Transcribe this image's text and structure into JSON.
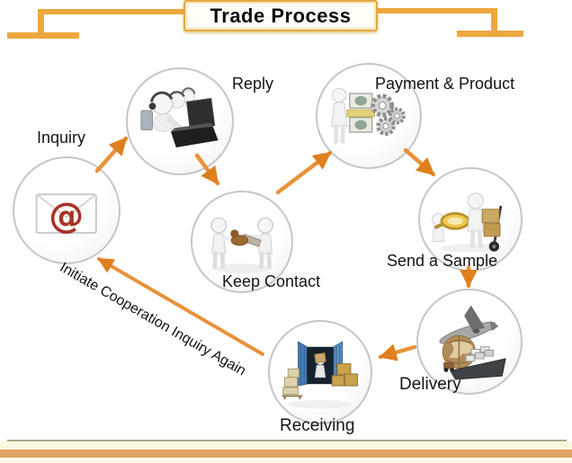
{
  "header": {
    "title": "Trade Process"
  },
  "nodes": {
    "inquiry": {
      "label": "Inquiry"
    },
    "reply": {
      "label": "Reply"
    },
    "keep_contact": {
      "label": "Keep Contact"
    },
    "payment_product": {
      "label": "Payment & Product"
    },
    "send_sample": {
      "label": "Send a Sample"
    },
    "delivery": {
      "label": "Delivery"
    },
    "receiving": {
      "label": "Receiving"
    }
  },
  "flow": {
    "return_label": "Initiate Cooperation Inquiry Again"
  },
  "icons": {
    "inquiry": "email-envelope-at-icon",
    "reply": "customer-support-team-icon",
    "keep_contact": "figures-exchange-goods-icon",
    "payment_product": "money-and-gears-icon",
    "send_sample": "magnifier-handtruck-boxes-icon",
    "delivery": "plane-globe-cargo-ship-icon",
    "receiving": "container-unloading-boxes-icon"
  },
  "colors": {
    "arrow": "#E8923A",
    "arrow_head": "#DF7F1E",
    "gold_ornament": "#EDA73F",
    "bottom_bar": "#E2A365",
    "cream_band": "#FAF7E0",
    "at_symbol": "#A93226",
    "container_blue": "#4A7FB5",
    "box_tan": "#C9A24B"
  }
}
